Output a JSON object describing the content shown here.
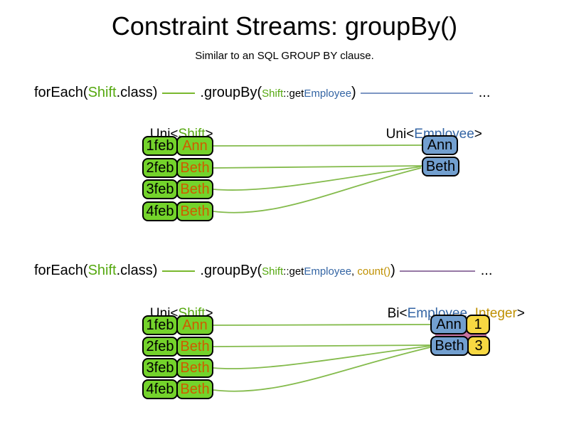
{
  "title": "Constraint Streams: groupBy()",
  "subtitle": "Similar to an SQL GROUP BY clause.",
  "colors": {
    "green_text": "#55a80f",
    "blue_text": "#3465a4",
    "gold_text": "#bf9000",
    "orange_text": "#ce5c00",
    "green_box": "#74d32b",
    "blue_box": "#729fcf",
    "yellow_box": "#f7d842",
    "pink_accent": "#c873a0",
    "green_line": "#84bb4c",
    "blue_line": "#7d96c3",
    "purple_line": "#9678a5"
  },
  "section1": {
    "code": {
      "foreach_open": "forEach(",
      "foreach_type": "Shift",
      "foreach_close": ".class)",
      "groupby_open": ".groupBy(",
      "arg_type": "Shift",
      "arg_method": "::get",
      "arg_result": "Employee",
      "groupby_close": ")",
      "ellipsis": "..."
    },
    "left_label": {
      "prefix": "Uni<",
      "type": "Shift",
      "suffix": ">"
    },
    "right_label": {
      "prefix": "Uni<",
      "type": "Employee",
      "suffix": ">"
    },
    "rows": [
      {
        "date": "1feb",
        "employee": "Ann"
      },
      {
        "date": "2feb",
        "employee": "Beth"
      },
      {
        "date": "3feb",
        "employee": "Beth"
      },
      {
        "date": "4feb",
        "employee": "Beth"
      }
    ],
    "groups": [
      {
        "employee": "Ann"
      },
      {
        "employee": "Beth"
      }
    ]
  },
  "section2": {
    "code": {
      "foreach_open": "forEach(",
      "foreach_type": "Shift",
      "foreach_close": ".class)",
      "groupby_open": ".groupBy(",
      "arg_type": "Shift",
      "arg_method": "::get",
      "arg_result": "Employee",
      "arg_separator": ", ",
      "arg_collector": "count()",
      "groupby_close": ")",
      "ellipsis": "..."
    },
    "left_label": {
      "prefix": "Uni<",
      "type": "Shift",
      "suffix": ">"
    },
    "right_label": {
      "prefix": "Bi<",
      "type1": "Employee",
      "separator": ", ",
      "type2": "Integer",
      "suffix": ">"
    },
    "rows": [
      {
        "date": "1feb",
        "employee": "Ann"
      },
      {
        "date": "2feb",
        "employee": "Beth"
      },
      {
        "date": "3feb",
        "employee": "Beth"
      },
      {
        "date": "4feb",
        "employee": "Beth"
      }
    ],
    "groups": [
      {
        "employee": "Ann",
        "count": "1"
      },
      {
        "employee": "Beth",
        "count": "3"
      }
    ]
  }
}
